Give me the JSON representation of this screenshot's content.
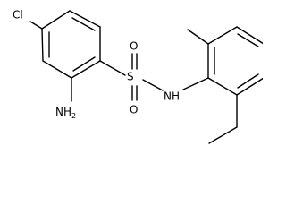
{
  "molecule": {
    "atoms": {
      "cl": "Cl",
      "nh2_main": "NH",
      "nh2_sub": "2",
      "s": "S",
      "o_top": "O",
      "o_bottom": "O",
      "nh": "NH"
    }
  }
}
